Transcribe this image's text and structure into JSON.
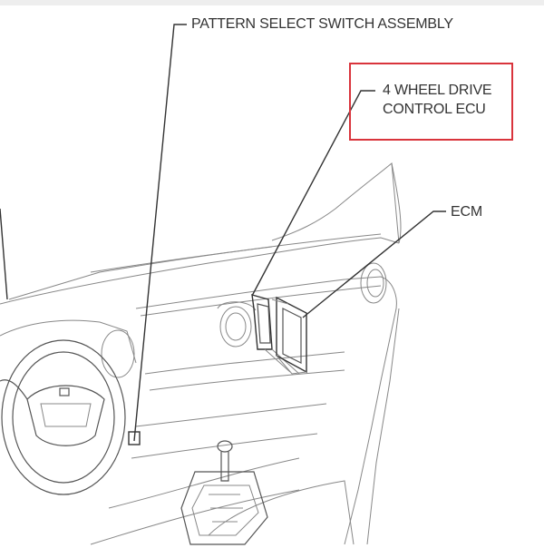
{
  "labels": {
    "pattern_select": "PATTERN SELECT SWITCH ASSEMBLY",
    "four_wd_line1": "4 WHEEL DRIVE",
    "four_wd_line2": "CONTROL ECU",
    "ecm": "ECM"
  },
  "colors": {
    "highlight": "#d9343c",
    "text": "#333333",
    "line": "#333333"
  }
}
